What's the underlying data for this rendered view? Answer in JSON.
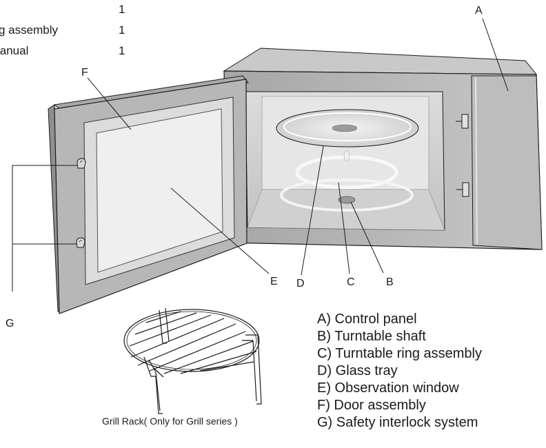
{
  "parts_list": [
    {
      "name": "",
      "qty": "1"
    },
    {
      "name": "g assembly",
      "qty": "1"
    },
    {
      "name": "lanual",
      "qty": "1"
    }
  ],
  "callout_labels": {
    "a": "A",
    "b": "B",
    "c": "C",
    "d": "D",
    "e": "E",
    "f": "F",
    "g": "G"
  },
  "legend": [
    "A) Control panel",
    "B) Turntable shaft",
    "C) Turntable ring assembly",
    "D) Glass tray",
    "E) Observation window",
    "F) Door assembly",
    "G) Safety interlock system"
  ],
  "grill_rack_caption": "Grill Rack( Only for Grill series )",
  "colors": {
    "line": "#1a1a1a",
    "body_gray": "#b3b3b3",
    "panel_gray": "#c4c4c4",
    "cavity_gray": "#d2d2d2",
    "window_light": "#efefef"
  }
}
